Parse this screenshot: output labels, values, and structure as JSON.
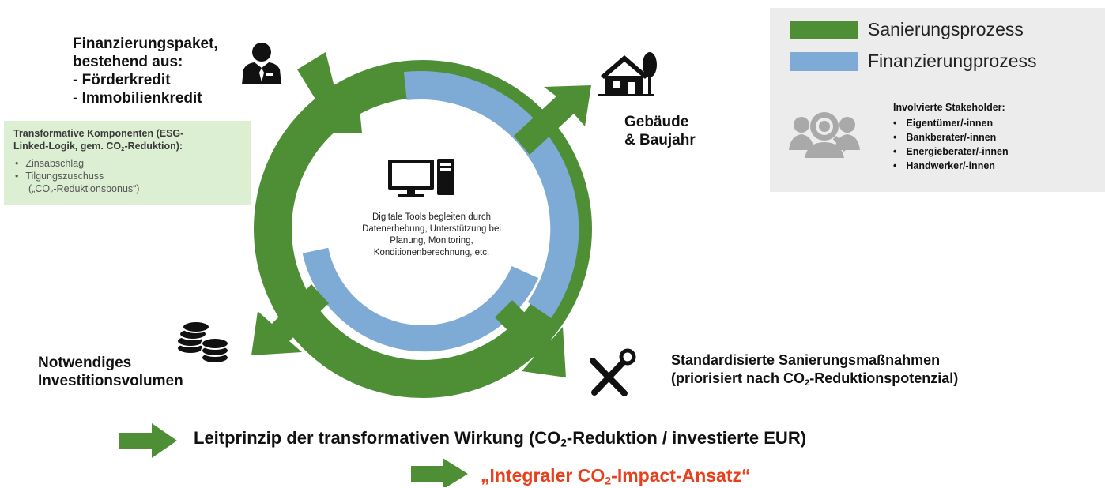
{
  "colors": {
    "green": "#4e8f36",
    "blue": "#7eabd6",
    "light_green": "#dcefd3",
    "legend_bg": "#ececec",
    "red": "#e8401c"
  },
  "financing": {
    "line1": "Finanzierungspaket,",
    "line2": "bestehend aus:",
    "line3": "- Förderkredit",
    "line4": "- Immobilienkredit",
    "icon": "businessman-icon"
  },
  "transformative": {
    "title_line1": "Transformative Komponenten (ESG-",
    "title_line2_pre": "Linked-Logik, gem. CO",
    "title_line2_sub": "2",
    "title_line2_post": "-Reduktion):",
    "item1": "Zinsabschlag",
    "item2": "Tilgungszuschuss",
    "item2_cont_pre": "(„CO",
    "item2_cont_sub": "2",
    "item2_cont_post": "-Reduktionsbonus“)"
  },
  "building": {
    "line1": "Gebäude",
    "line2": "& Baujahr",
    "icon": "house-icon"
  },
  "center": {
    "line1": "Digitale Tools begleiten durch",
    "line2": "Datenerhebung, Unterstützung bei",
    "line3": "Planung, Monitoring,",
    "line4": "Konditionenberechnung, etc.",
    "icon": "computer-icon"
  },
  "investment": {
    "line1": "Notwendiges",
    "line2": "Investitionsvolumen",
    "icon": "coins-icon"
  },
  "measures": {
    "line1": "Standardisierte Sanierungsmaßnahmen",
    "line2_pre": "(priorisiert nach CO",
    "line2_sub": "2",
    "line2_post": "-Reduktionspotenzial)",
    "icon": "tools-icon"
  },
  "legend": {
    "item1": "Sanierungsprozess",
    "item2": "Finanzierungprozess",
    "stake_title": "Involvierte Stakeholder:",
    "stake1": "Eigentümer/-innen",
    "stake2": "Bankberater/-innen",
    "stake3": "Energieberater/-innen",
    "stake4": "Handwerker/-innen",
    "icon": "stakeholders-icon"
  },
  "principle": {
    "pre": "Leitprinzip der transformativen Wirkung (CO",
    "sub": "2",
    "post": "-Reduktion / investierte EUR)"
  },
  "approach": {
    "pre": "„Integraler CO",
    "sub": "2",
    "post": "-Impact-Ansatz“"
  }
}
